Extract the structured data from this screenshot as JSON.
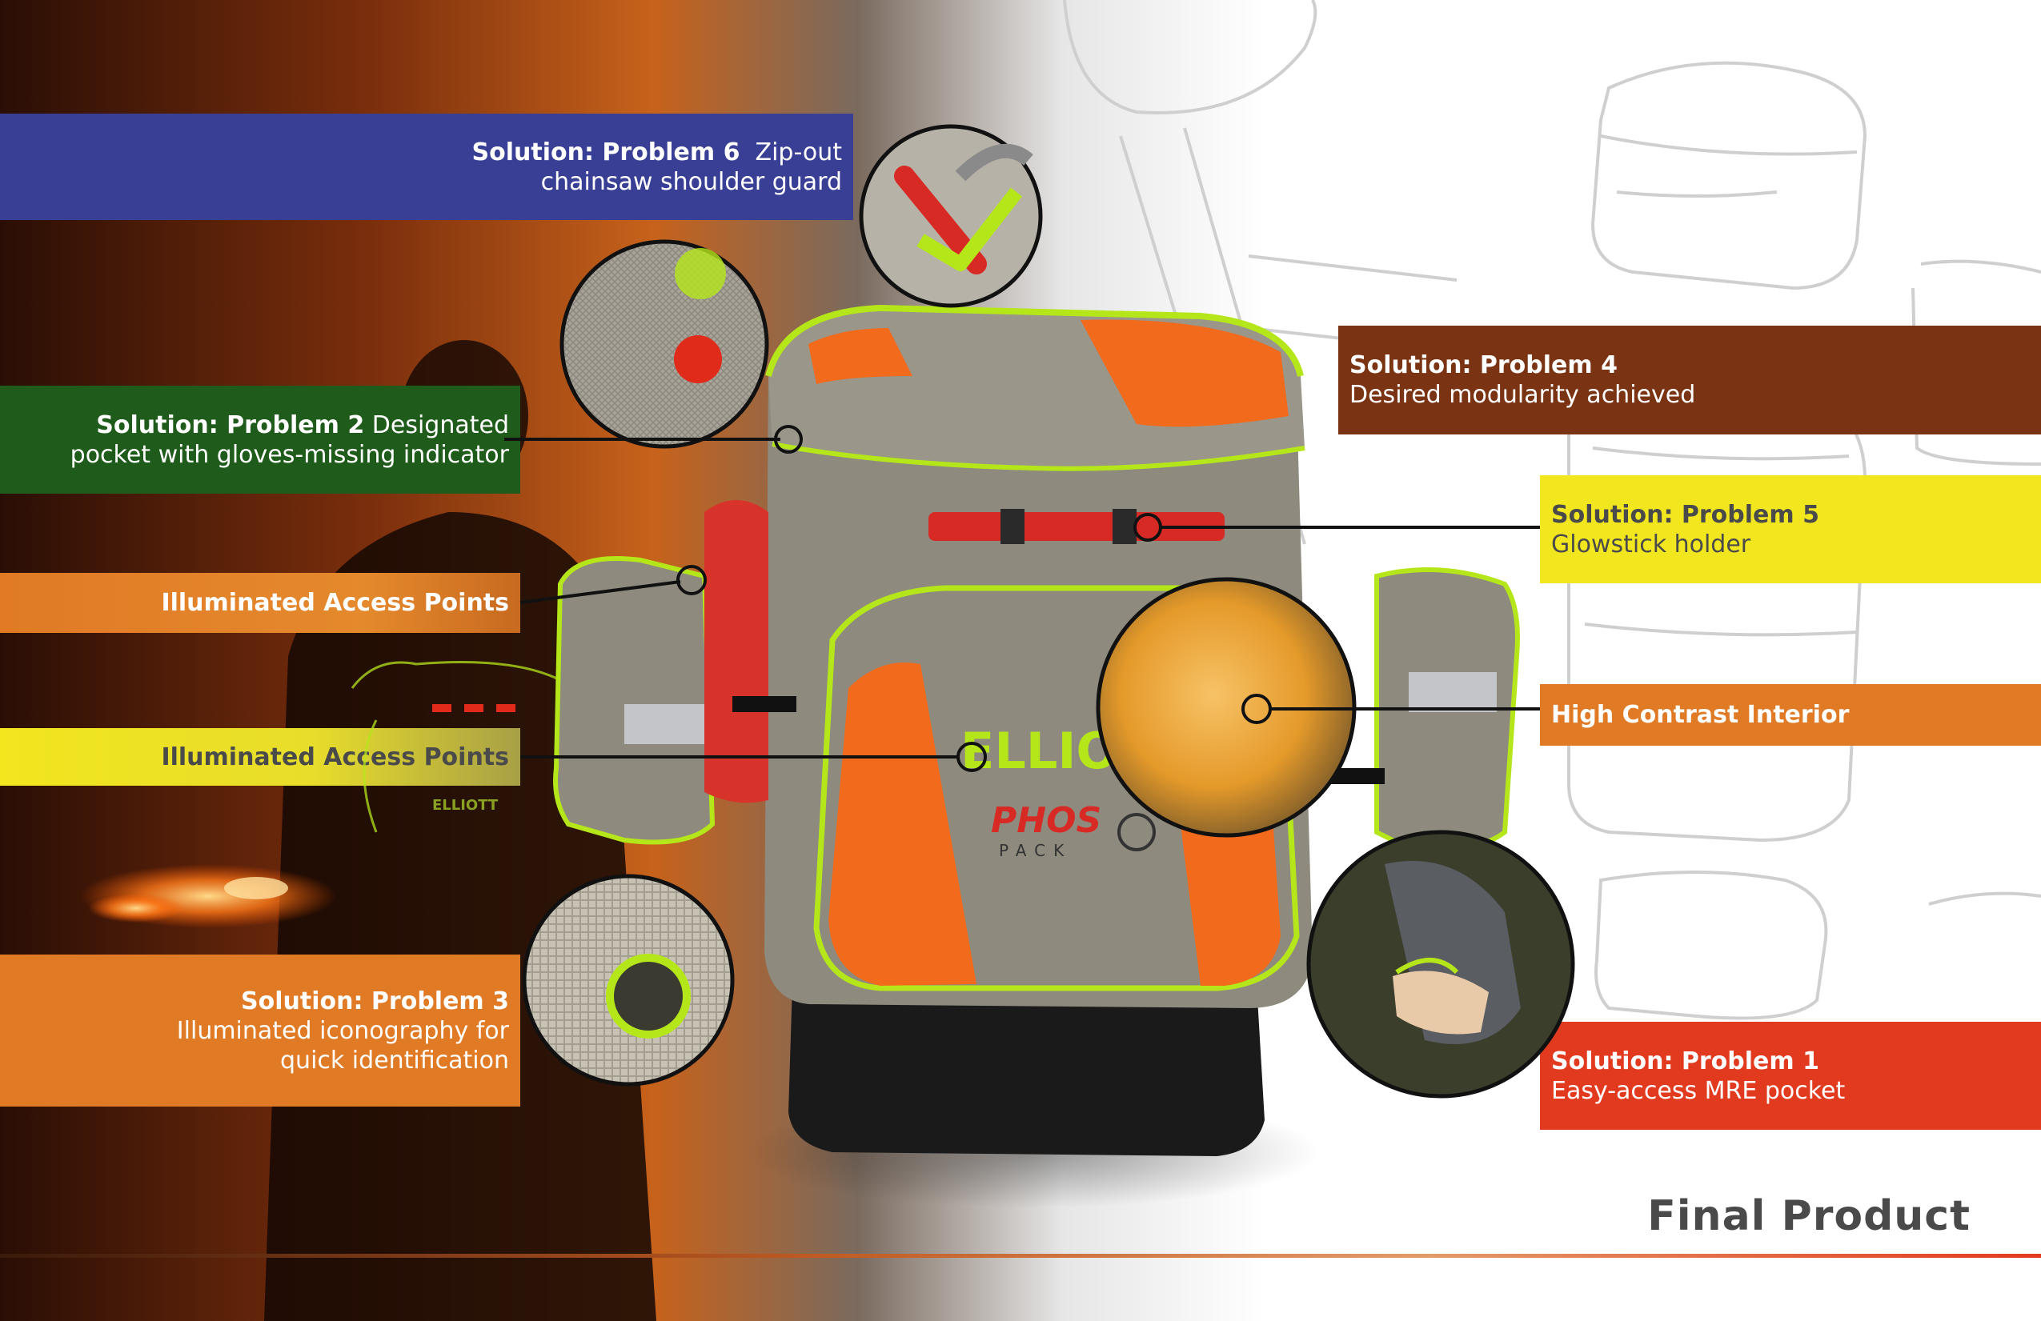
{
  "page": {
    "title": "Final Product"
  },
  "callouts": {
    "p6": {
      "label": "Solution: Problem 6",
      "line1_rest": "Zip-out",
      "line2": "chainsaw shoulder guard"
    },
    "p2": {
      "label": "Solution: Problem 2",
      "line1_rest": "Designated",
      "line2": "pocket with gloves-missing indicator"
    },
    "access1": {
      "label": "Illuminated Access Points"
    },
    "access2": {
      "label": "Illuminated Access Points"
    },
    "p3": {
      "label": "Solution: Problem 3",
      "line2": "Illuminated iconography for",
      "line3": "quick identification"
    },
    "p4": {
      "label": "Solution: Problem 4",
      "line2": "Desired modularity achieved"
    },
    "p5": {
      "label": "Solution: Problem 5",
      "line2": "Glowstick holder"
    },
    "contrast": {
      "label": "High Contrast Interior"
    },
    "p1": {
      "label": "Solution: Problem 1",
      "line2": "Easy-access MRE pocket"
    }
  },
  "product": {
    "brand_text": "ELLIO",
    "logo_top": "PHOS",
    "logo_bottom": "PACK",
    "background_tag": "ELLIOTT"
  },
  "colors": {
    "blue_band": "#3a3f96",
    "green_band": "#1f5b1a",
    "orange_band": "#e07a25",
    "yellow_band": "#f2e61f",
    "brown_band": "#7a3414",
    "red_band": "#e23a1e",
    "pack_body": "#8e8a7e",
    "pack_orange": "#f26a1c",
    "piping_green": "#b5e61a"
  },
  "icons": [
    "gloves-icon",
    "glowstick-icon",
    "chainsaw-guard-icon"
  ]
}
